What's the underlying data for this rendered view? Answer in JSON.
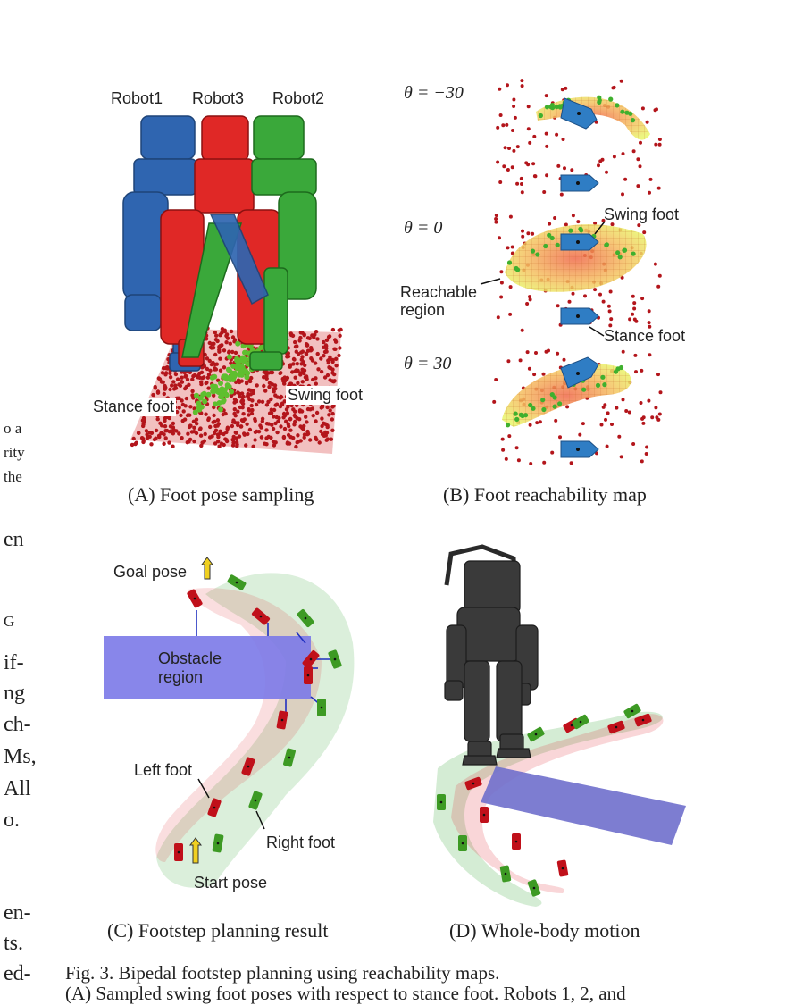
{
  "left_fragments": [
    "o a",
    "rity",
    "the",
    "en",
    "G",
    "if-",
    "ng",
    "ch-",
    "Ms,",
    "All",
    "o.",
    "en-",
    "ts.",
    "ed-"
  ],
  "panel_a": {
    "labels": {
      "robot1": "Robot1",
      "robot3": "Robot3",
      "robot2": "Robot2",
      "stance": "Stance foot",
      "swing": "Swing foot"
    },
    "caption": "(A) Foot pose sampling",
    "colors": {
      "robot1": "#2f65b0",
      "robot3": "#e02826",
      "robot2": "#3aa83a",
      "samples": "#b3151b"
    }
  },
  "panel_b": {
    "theta_labels": [
      "θ = −30",
      "θ = 0",
      "θ = 30"
    ],
    "labels": {
      "swing": "Swing foot",
      "reachable": "Reachable\nregion",
      "stance": "Stance foot"
    },
    "caption": "(B) Foot reachability map"
  },
  "panel_c": {
    "labels": {
      "goal": "Goal pose",
      "obstacle": "Obstacle\nregion",
      "left": "Left foot",
      "right": "Right foot",
      "start": "Start pose"
    },
    "caption": "(C) Footstep planning result",
    "colors": {
      "obstacle": "#7b79e8",
      "left_foot": "#c0101a",
      "right_foot": "#3d9a24"
    }
  },
  "panel_d": {
    "caption": "(D) Whole-body motion",
    "colors": {
      "robot": "#3a3a3a",
      "obstacle": "#6f6fcc"
    }
  },
  "figure_caption": {
    "line1": "Fig. 3.   Bipedal footstep planning using reachability maps.",
    "line2": "(A) Sampled swing foot poses with respect to stance foot. Robots 1, 2, and"
  }
}
